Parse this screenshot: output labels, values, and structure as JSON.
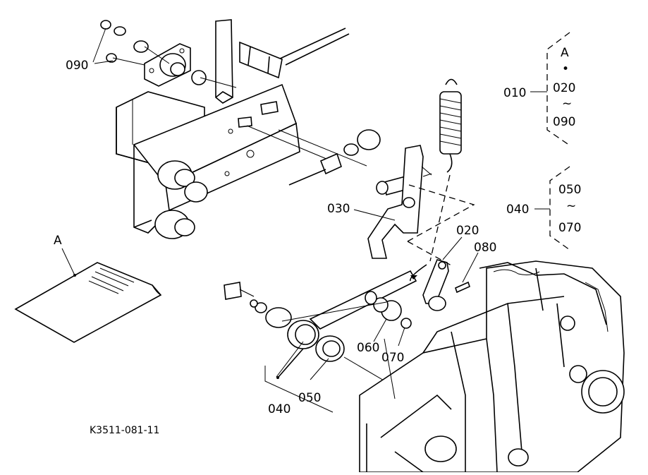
{
  "callouts": {
    "c090": "090",
    "c030": "030",
    "c020": "020",
    "c080": "080",
    "c060": "060",
    "c070": "070",
    "c050": "050",
    "c040": "040",
    "detail_a": "A"
  },
  "group_010": {
    "code": "010",
    "ref": "A",
    "dot": "•",
    "from": "020",
    "tilde": "~",
    "to": "090"
  },
  "group_040": {
    "code": "040",
    "from": "050",
    "tilde": "~",
    "to": "070"
  },
  "figure_code": "K3511-081-11"
}
